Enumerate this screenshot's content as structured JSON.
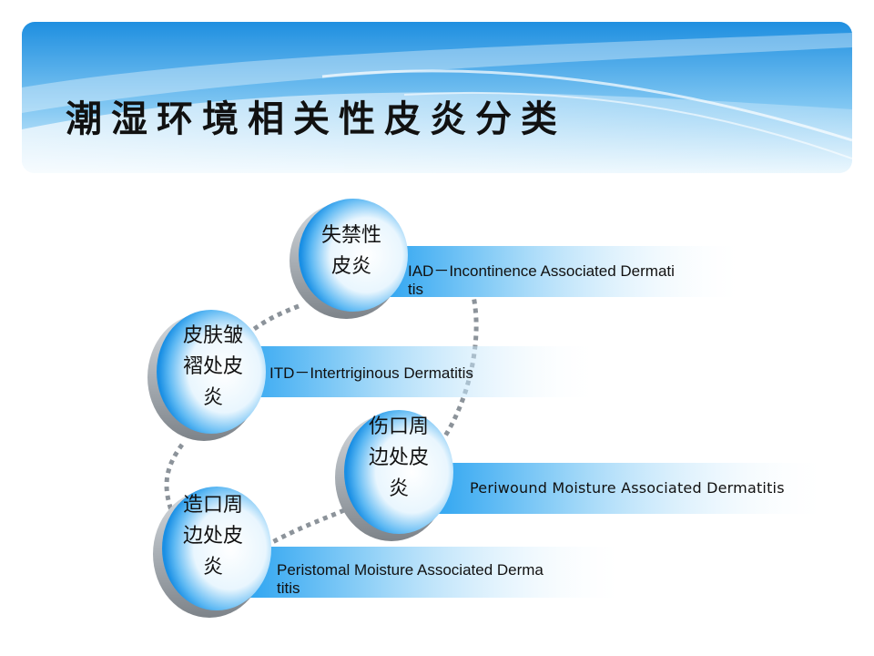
{
  "title": "潮湿环境相关性皮炎分类",
  "colors": {
    "banner_top": "#2f9fe6",
    "banner_bottom": "#cfeafb",
    "node_blue": "#1f9ef0",
    "node_white": "#ffffff",
    "bar_blue": "#2aa3ee",
    "connector": "#9aa0a6"
  },
  "nodes": [
    {
      "id": "iad",
      "label_lines": [
        "失禁性",
        "皮炎"
      ],
      "description": "IAD－Incontinence Associated Dermatitis"
    },
    {
      "id": "itd",
      "label_lines": [
        "皮肤皱",
        "褶处皮",
        "炎"
      ],
      "description": "ITD－Intertriginous Dermatitis"
    },
    {
      "id": "periwound",
      "label_lines": [
        "伤口周",
        "边处皮",
        "炎"
      ],
      "description": "Periwound Moisture Associated Dermatitis"
    },
    {
      "id": "peristomal",
      "label_lines": [
        "造口周",
        "边处皮",
        "炎"
      ],
      "description": "Peristomal Moisture Associated Dermatitis"
    }
  ],
  "wrapped": {
    "iad": [
      "IAD－Incontinence Associated Dermati",
      "tis"
    ],
    "peristomal": [
      "Peristomal Moisture Associated Derma",
      "titis"
    ]
  }
}
